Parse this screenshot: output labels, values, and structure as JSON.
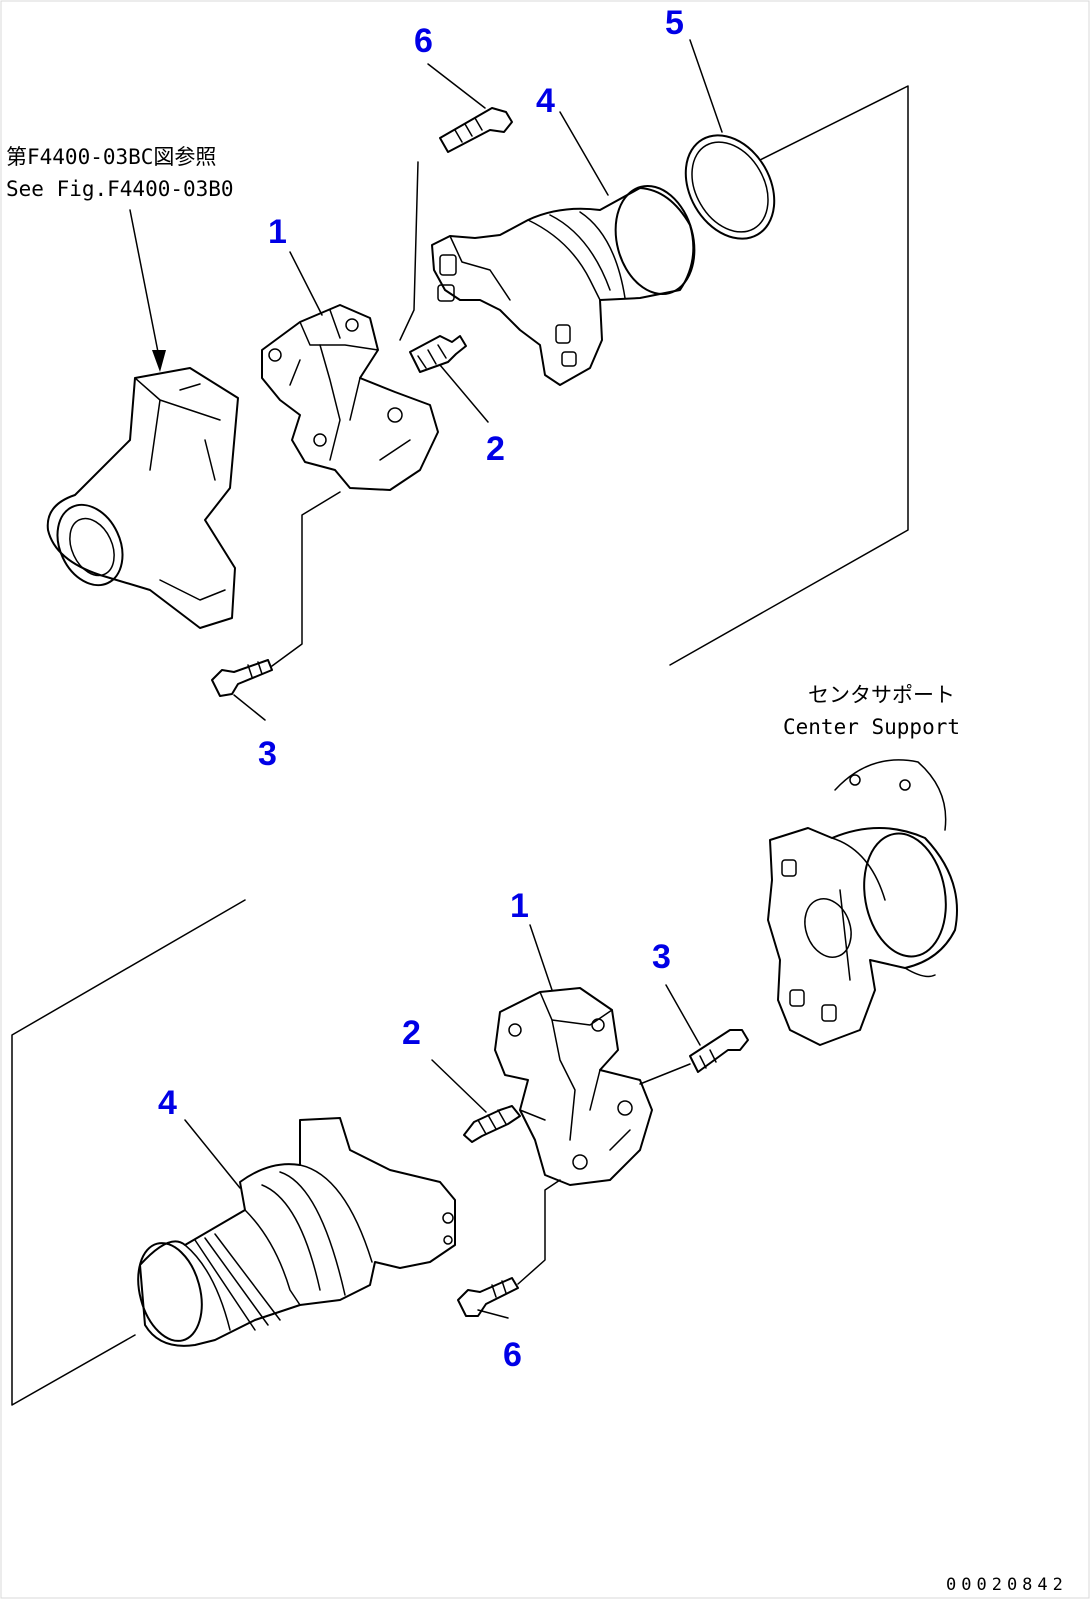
{
  "callouts": {
    "top_6": "6",
    "top_5": "5",
    "top_4": "4",
    "top_1": "1",
    "top_2": "2",
    "top_3": "3",
    "bottom_1": "1",
    "bottom_3": "3",
    "bottom_2": "2",
    "bottom_4": "4",
    "bottom_6": "6"
  },
  "notes": {
    "ref_jp": "第F4400-03BC図参照",
    "ref_en": "See Fig.F4400-03B0",
    "center_support_jp": "センタサポート",
    "center_support_en": "Center Support"
  },
  "figure_number": "00020842"
}
